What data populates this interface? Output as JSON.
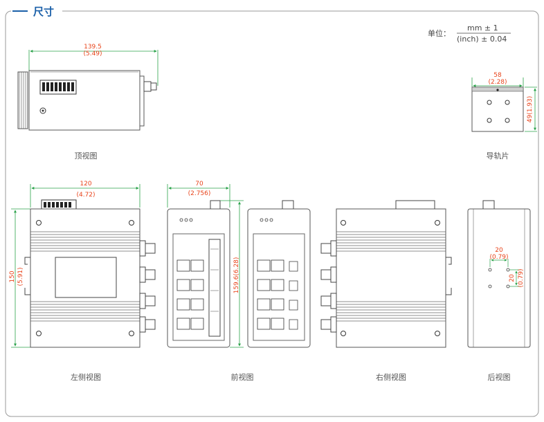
{
  "section_title": "尺寸",
  "unit": {
    "label": "单位：",
    "numerator": "mm ± 1",
    "denominator": "(inch) ± 0.04"
  },
  "top_view": {
    "label": "顶视图",
    "width_mm": "139.5",
    "width_in": "(5.49)"
  },
  "rail": {
    "label": "导轨片",
    "width_mm": "58",
    "width_in": "(2.28)",
    "height": "49(1.93)"
  },
  "left_view": {
    "label": "左侧视图",
    "width_mm": "120",
    "width_in": "(4.72)",
    "height_mm": "150",
    "height_in": "(5.91)"
  },
  "front_view": {
    "label": "前视图",
    "width_mm": "70",
    "width_in": "(2.756)",
    "height": "159.6(6.28)"
  },
  "right_view": {
    "label": "右侧视图"
  },
  "back_view": {
    "label": "后视图",
    "h_mm": "20",
    "h_in": "(0.79)",
    "v_mm": "20",
    "v_in": "(0.79)"
  },
  "colors": {
    "accent": "#1a5fa8",
    "dimension": "#e8431a",
    "line": "#2a2a2a",
    "device": "#555555",
    "frame": "#9a9a9a"
  }
}
